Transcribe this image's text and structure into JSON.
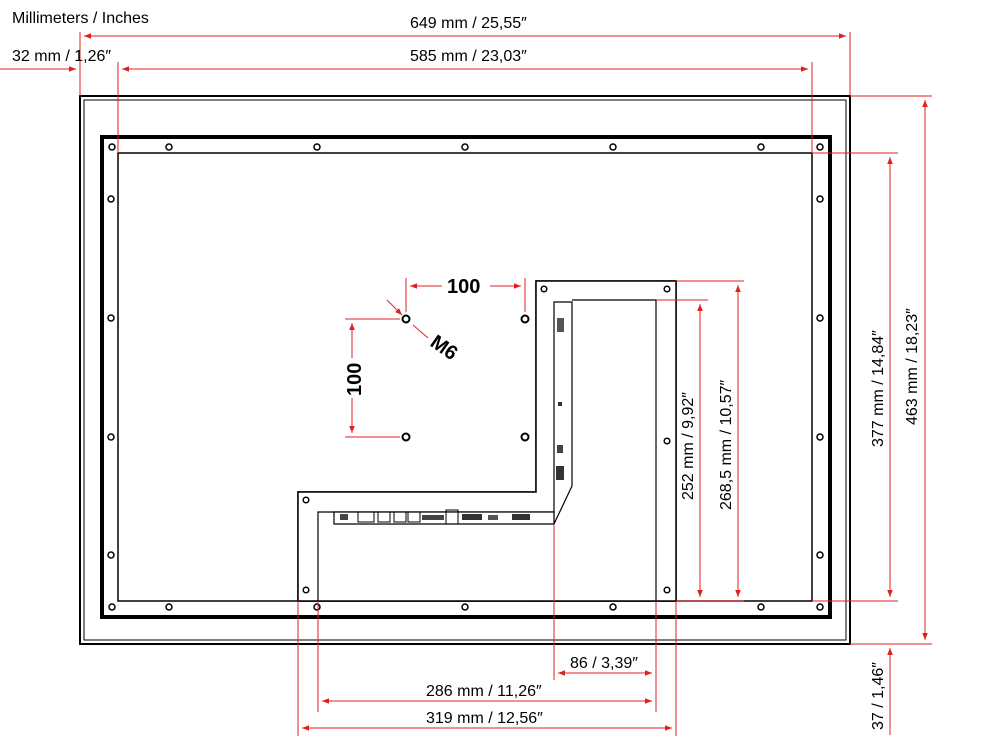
{
  "title": "Millimeters / Inches",
  "colors": {
    "dimension_line": "#e02020",
    "outline": "#000000"
  },
  "dimensions": {
    "overall_width": "649 mm / 25,55″",
    "inner_width": "585 mm / 23,03″",
    "left_offset": "32 mm / 1,26″",
    "overall_height": "463 mm / 18,23″",
    "inner_height": "377 mm / 14,84″",
    "bottom_offset": "37 / 1,46″",
    "box_height_outer": "268,5 mm / 10,57″",
    "box_height_inner": "252 mm / 9,92″",
    "box_connector": "86 / 3,39″",
    "box_width_inner": "286 mm / 11,26″",
    "box_width_outer": "319 mm / 12,56″"
  },
  "vesa": {
    "horizontal": "100",
    "vertical": "100",
    "screw": "M6"
  }
}
